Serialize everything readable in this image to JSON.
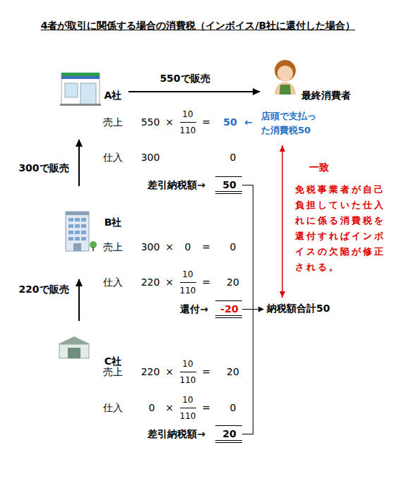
{
  "diagram": {
    "title": "4者が取引に関係する場合の消費税（インボイス/B社に還付した場合）",
    "nodes": [
      {
        "text": [
          "A社"
        ]
      },
      {
        "text": [
          "最終消費者",
          "店頭で支払った消費税50"
        ]
      },
      {
        "text": [
          "B社"
        ]
      },
      {
        "text": [
          "C社"
        ]
      },
      {
        "text": [
          "納税額合計50"
        ]
      }
    ],
    "edges": [
      {
        "from": 0,
        "to": 1,
        "label": "550で販売",
        "arrow": "to"
      },
      {
        "from": 2,
        "to": 0,
        "label": "300で販売",
        "arrow": "to"
      },
      {
        "from": 3,
        "to": 2,
        "label": "220で販売",
        "arrow": "to"
      },
      {
        "from": 1,
        "to": 4,
        "arrow": "both"
      }
    ],
    "labels": [
      "売上",
      "550",
      "×",
      "10",
      "110",
      "=",
      "50",
      "←",
      "仕入",
      "300",
      "0",
      "差引納税額→",
      "50",
      "売上",
      "300",
      "×",
      "0",
      "=",
      "0",
      "仕入",
      "220",
      "×",
      "10",
      "110",
      "=",
      "20",
      "還付→",
      "-20",
      "売上",
      "220",
      "×",
      "10",
      "110",
      "=",
      "20",
      "仕入",
      "0",
      "×",
      "10",
      "110",
      "=",
      "0",
      "差引納税額→",
      "20",
      "一致",
      "免税事業者が自己負担していた仕入れに係る消費税を還付すればインボイスの欠陥が修正される。"
    ]
  }
}
